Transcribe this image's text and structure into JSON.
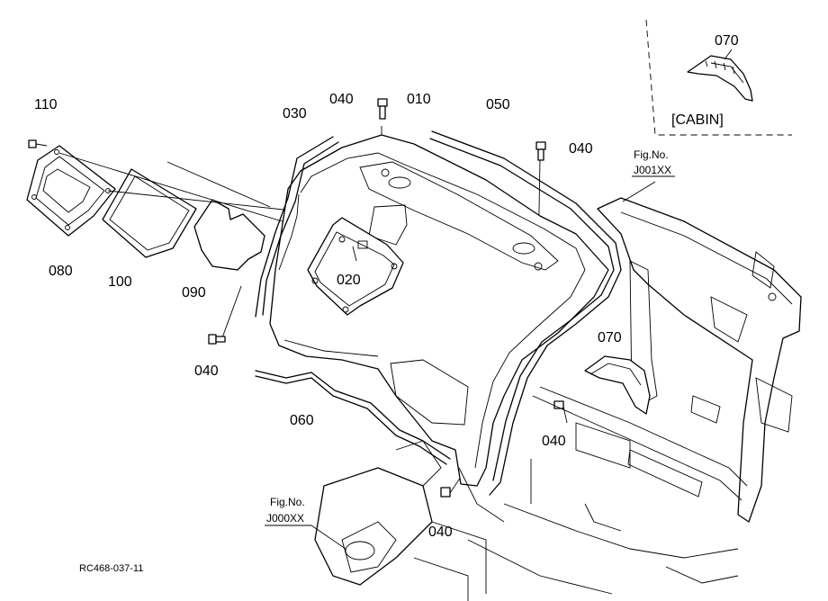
{
  "labels": {
    "p110": "110",
    "p080": "080",
    "p100": "100",
    "p090": "090",
    "p030": "030",
    "p040_top": "040",
    "p010": "010",
    "p050": "050",
    "p040_right": "040",
    "p020": "020",
    "p040_left": "040",
    "p060": "060",
    "p070_main": "070",
    "p040_mid": "040",
    "p040_bottom": "040",
    "p070_inset": "070"
  },
  "inset": {
    "caption": "[CABIN]"
  },
  "references": {
    "fig_top_prefix": "Fig.No.",
    "fig_top_code": "J001XX",
    "fig_bottom_prefix": "Fig.No.",
    "fig_bottom_code": "J000XX"
  },
  "footer": {
    "drawing_code": "RC468-037-11"
  },
  "colors": {
    "line": "#000000",
    "background": "#ffffff"
  }
}
